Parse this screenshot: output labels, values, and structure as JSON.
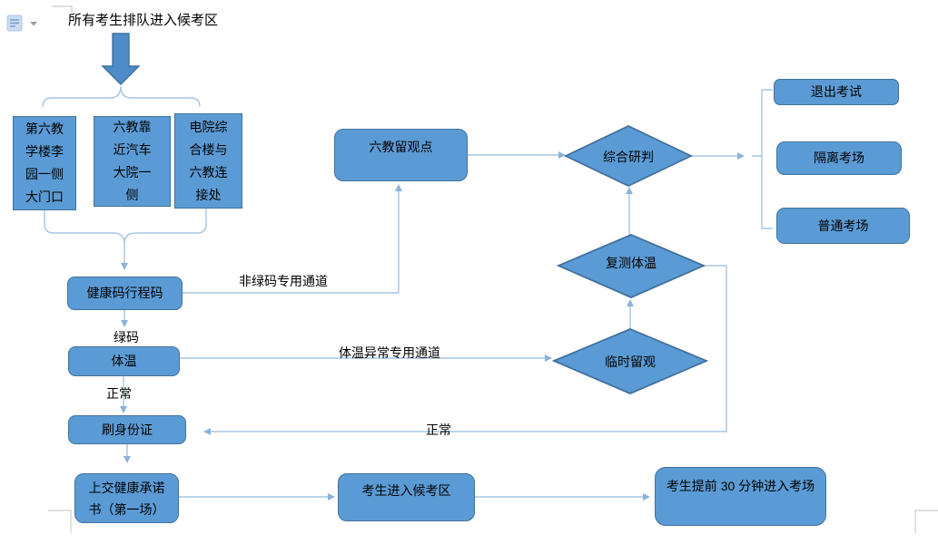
{
  "header": {
    "title": "所有考生排队进入候考区",
    "paste_button": "paste-options"
  },
  "nodes": {
    "loc1": "第六教学楼李园一侧大门口",
    "loc2": "六教靠近汽车大院一侧",
    "loc3": "电院综合楼与六教连接处",
    "health_code": "健康码行程码",
    "observe_point": "六教留观点",
    "temperature": "体温",
    "scan_id": "刷身份证",
    "submit_letter": "上交健康承诺书（第一场）",
    "enter_waiting": "考生进入候考区",
    "enter_room": "考生提前 30 分钟进入考场",
    "judge": "综合研判",
    "retest_temp": "复测体温",
    "temp_observe": "临时留观",
    "quit_exam": "退出考试",
    "isolate_room": "隔离考场",
    "normal_room": "普通考场"
  },
  "edge_labels": {
    "non_green": "非绿码专用通道",
    "green": "绿码",
    "normal_after_code": "正常",
    "temp_abnormal": "体温异常专用通道",
    "normal_return": "正常"
  },
  "colors": {
    "node_fill": "#5b9bd5",
    "node_border": "#41719c",
    "connector": "#a6c5e4",
    "arrowhead": "#8ab3da",
    "block_arrow_fill": "#4d8bc9",
    "crop_mark": "#cdcdcd",
    "text": "#000000",
    "background": "#ffffff"
  }
}
